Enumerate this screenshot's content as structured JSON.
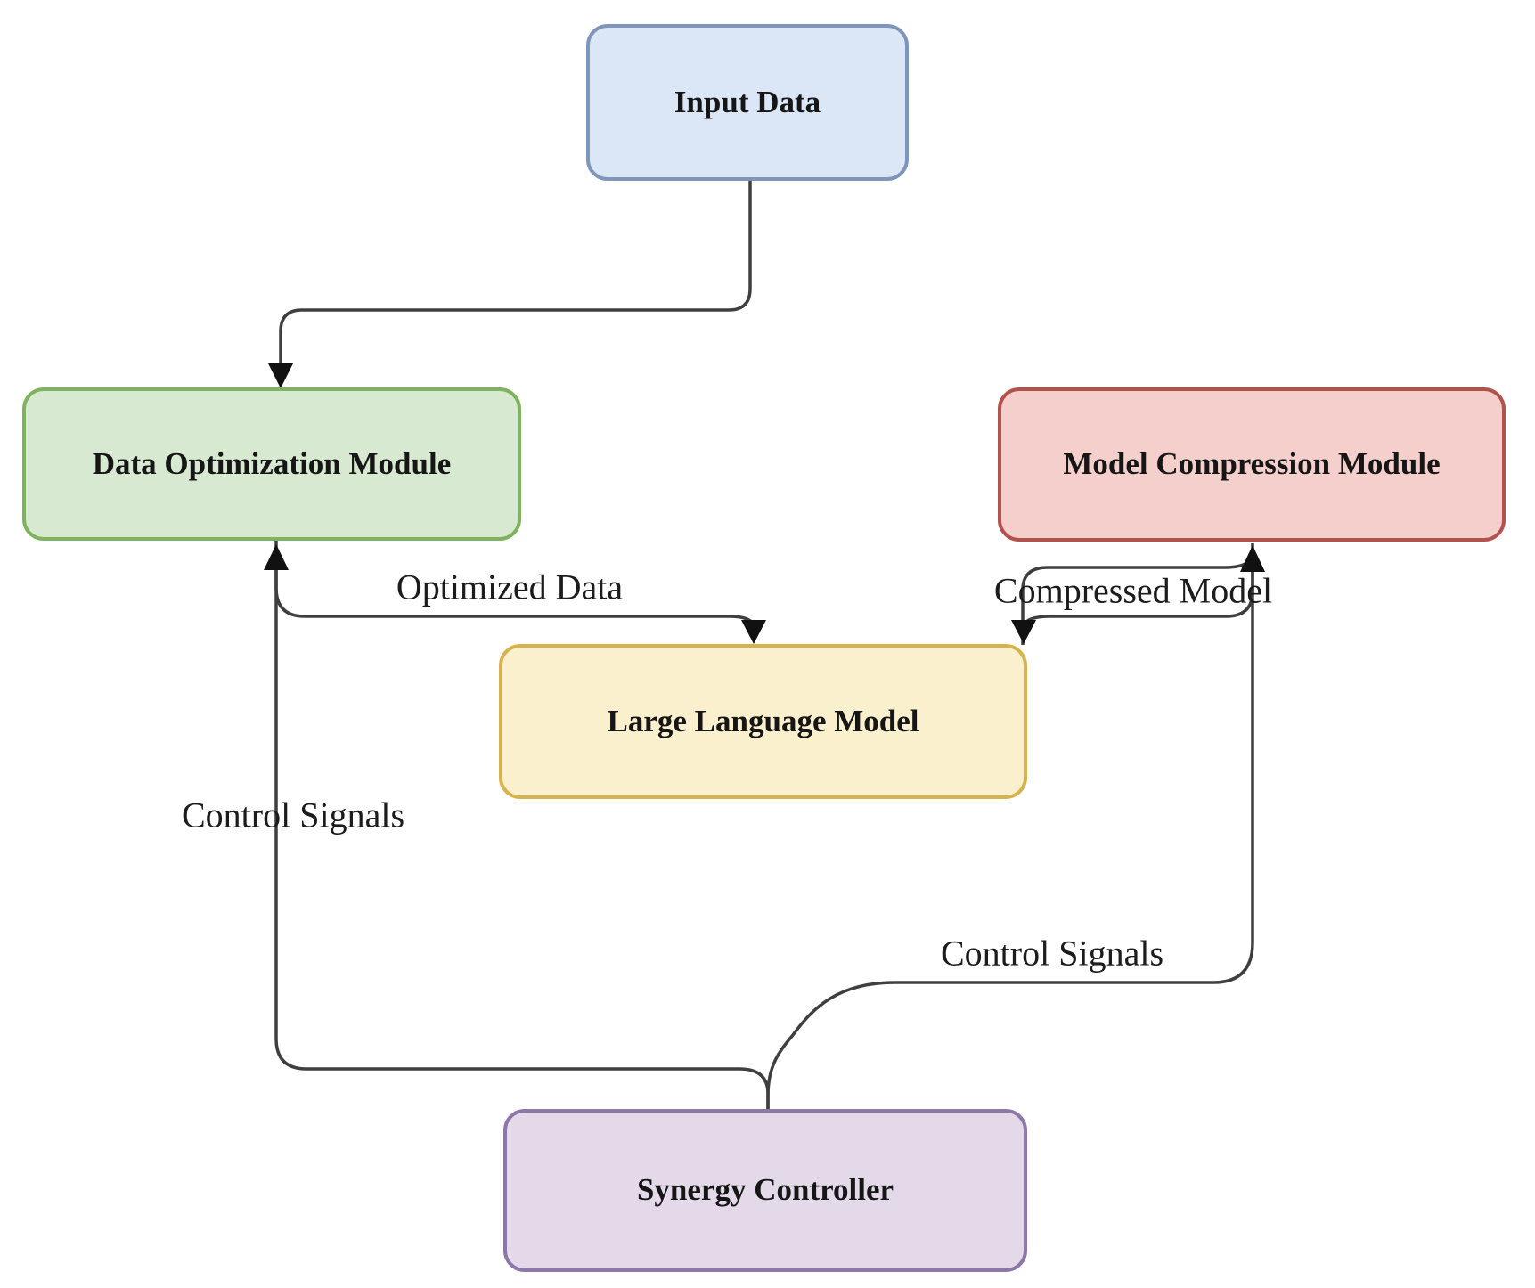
{
  "colors": {
    "background": "#ffffff",
    "line": "#3f3f3f",
    "arrow": "#111111",
    "edge_label_text": "#1c1c1c",
    "node_label_text": "#161616"
  },
  "nodes": {
    "input_data": {
      "label": "Input Data",
      "fill": "#dbe6f6",
      "border": "#7e96ba"
    },
    "data_optimization": {
      "label": "Data Optimization Module",
      "fill": "#d7e9d0",
      "border": "#7fb35f"
    },
    "model_compression": {
      "label": "Model Compression Module",
      "fill": "#f5cfcb",
      "border": "#b3524d"
    },
    "large_language_model": {
      "label": "Large Language Model",
      "fill": "#fbf0cd",
      "border": "#d5b44f"
    },
    "synergy_controller": {
      "label": "Synergy Controller",
      "fill": "#e3d9e9",
      "border": "#8d76a8"
    }
  },
  "edges": {
    "input_to_data_optimization": {
      "label": "",
      "from": "Input Data",
      "to": "Data Optimization Module"
    },
    "data_optimization_to_llm": {
      "label": "Optimized Data",
      "from": "Data Optimization Module",
      "to": "Large Language Model"
    },
    "llm_to_model_compression": {
      "label": "",
      "from": "Large Language Model",
      "to": "Model Compression Module"
    },
    "model_compression_to_llm": {
      "label": "Compressed Model",
      "from": "Model Compression Module",
      "to": "Large Language Model"
    },
    "synergy_to_data_optimization": {
      "label": "Control Signals",
      "from": "Synergy Controller",
      "to": "Data Optimization Module"
    },
    "synergy_to_model_compression": {
      "label": "Control Signals",
      "from": "Synergy Controller",
      "to": "Model Compression Module"
    }
  }
}
